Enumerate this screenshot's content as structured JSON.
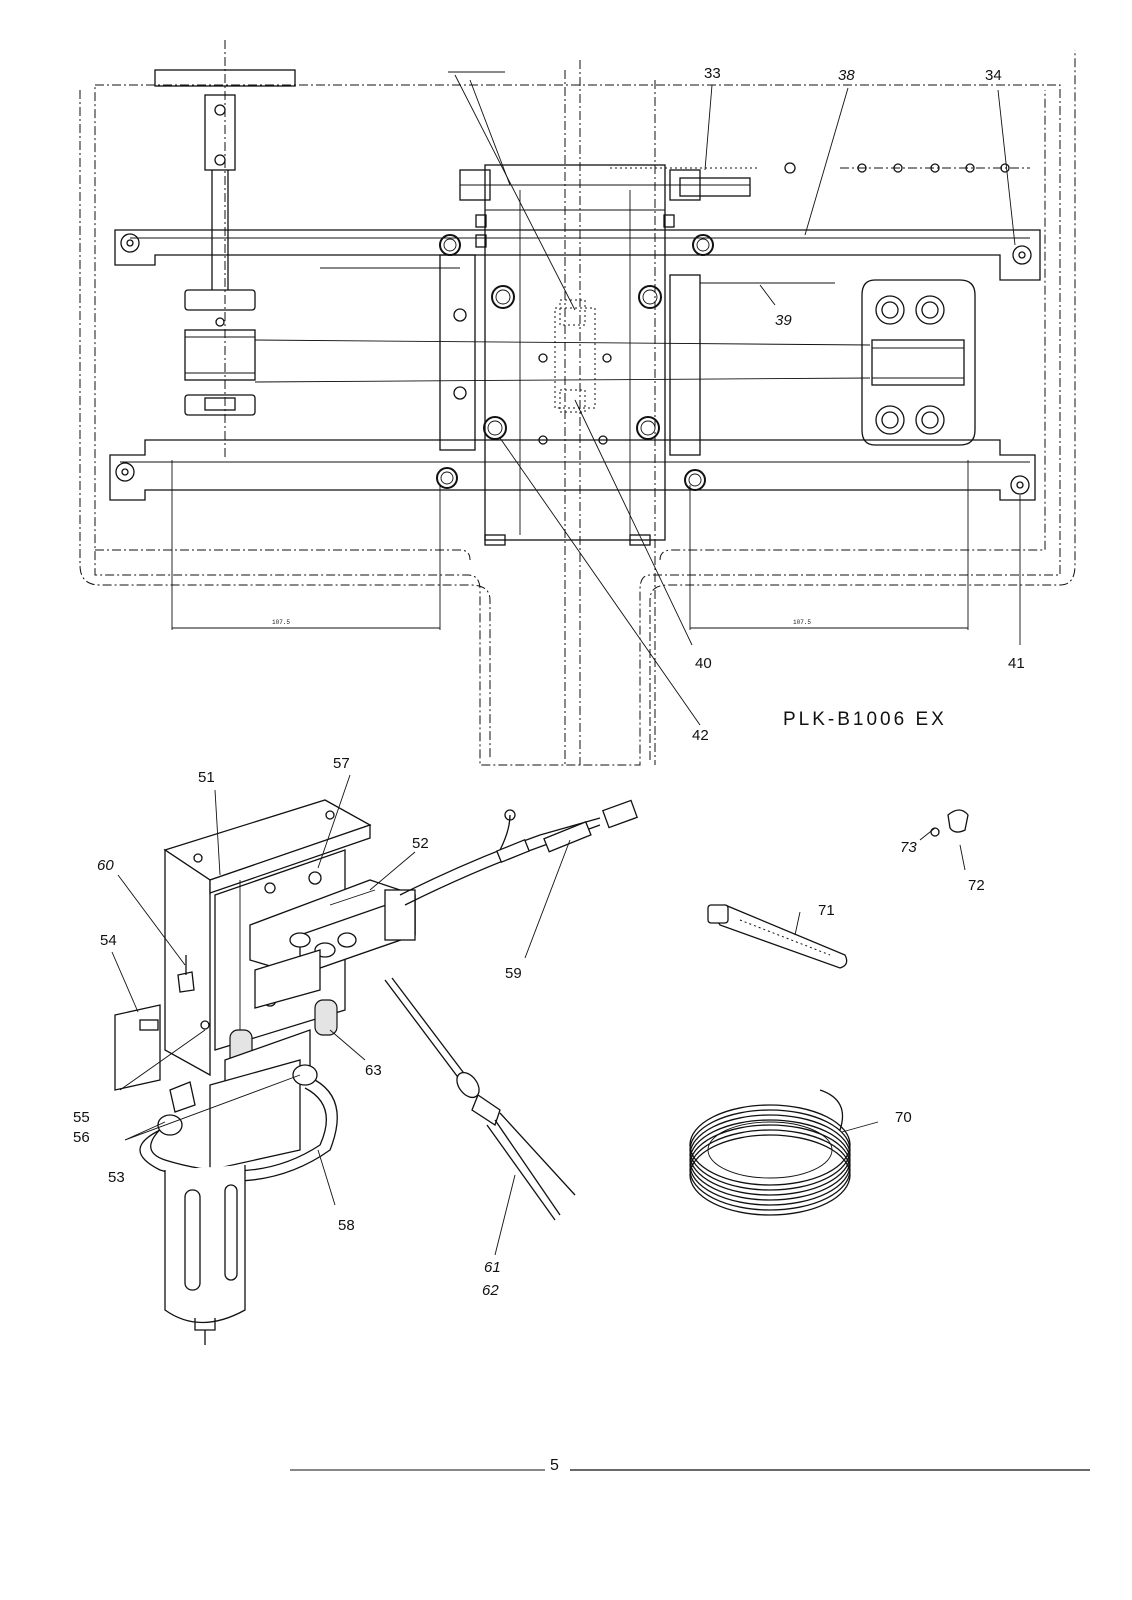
{
  "drawing": {
    "model": "PLK-B1006 EX",
    "page_number": "5",
    "dimension_left": "107.5",
    "dimension_right": "107.5"
  },
  "callouts_top": [
    "33",
    "38",
    "34",
    "39",
    "40",
    "41",
    "42"
  ],
  "callouts_bottom": [
    "51",
    "57",
    "52",
    "60",
    "54",
    "59",
    "63",
    "55",
    "56",
    "53",
    "58",
    "61",
    "62",
    "73",
    "72",
    "71",
    "70"
  ]
}
